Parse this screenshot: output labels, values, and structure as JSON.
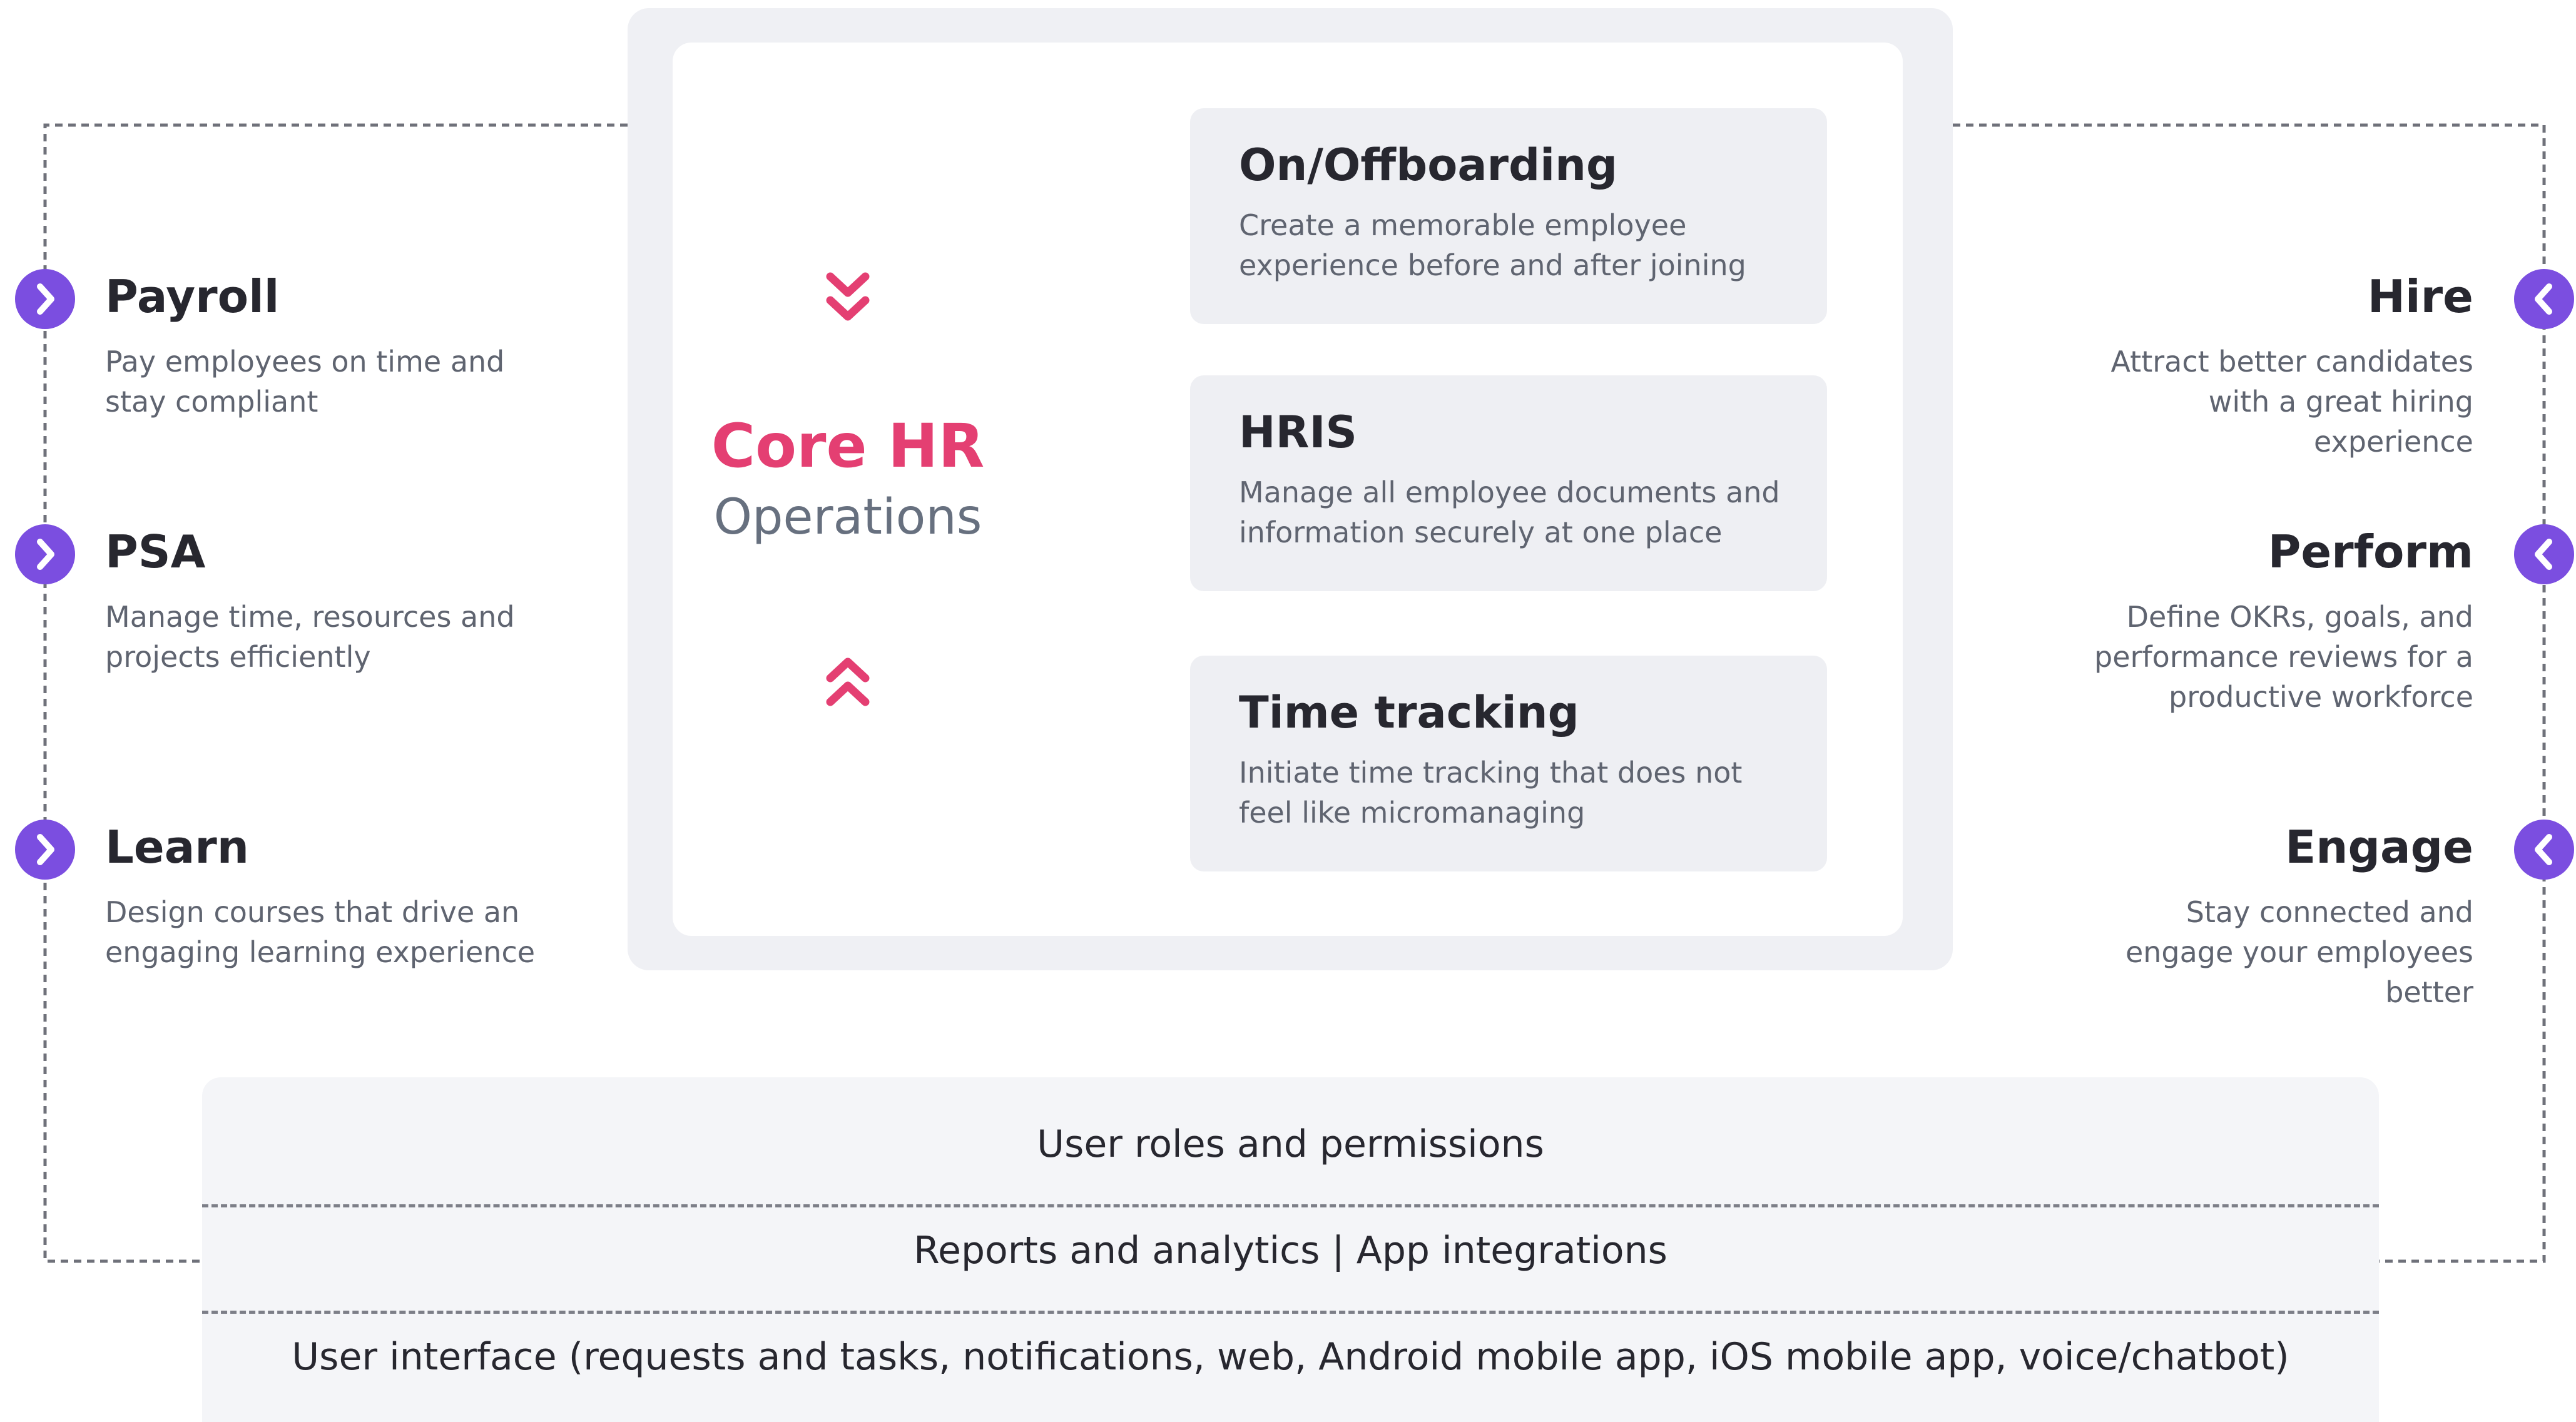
{
  "core": {
    "title": "Core HR",
    "subtitle": "Operations"
  },
  "cards": [
    {
      "title": "On/Offboarding",
      "description": "Create a memorable employee experience before and after joining"
    },
    {
      "title": "HRIS",
      "description": "Manage all employee documents and information securely at one place"
    },
    {
      "title": "Time tracking",
      "description": "Initiate time tracking that does not feel like micromanaging"
    }
  ],
  "left_modules": [
    {
      "title": "Payroll",
      "description": "Pay employees on time and stay compliant",
      "icon": "chevron-right-icon"
    },
    {
      "title": "PSA",
      "description": "Manage time, resources and projects efficiently",
      "icon": "chevron-right-icon"
    },
    {
      "title": "Learn",
      "description": "Design courses that drive an engaging learning experience",
      "icon": "chevron-right-icon"
    }
  ],
  "right_modules": [
    {
      "title": "Hire",
      "description": "Attract better candidates with a great hiring experience",
      "icon": "chevron-left-icon"
    },
    {
      "title": "Perform",
      "description": "Define OKRs, goals, and performance reviews for a productive workforce",
      "icon": "chevron-left-icon"
    },
    {
      "title": "Engage",
      "description": "Stay connected and engage your employees better",
      "icon": "chevron-left-icon"
    }
  ],
  "foundation": {
    "rows": [
      "User roles and permissions",
      "Reports and analytics  | App integrations",
      "User interface (requests and tasks, notifications, web, Android mobile app, iOS mobile app, voice/chatbot)"
    ]
  },
  "colors": {
    "accent_pink": "#e43f72",
    "accent_purple": "#7b4ee0",
    "panel_bg": "#eff0f4",
    "card_bg": "#eeeff3",
    "text_dark": "#27272f",
    "text_muted": "#5f6470"
  }
}
